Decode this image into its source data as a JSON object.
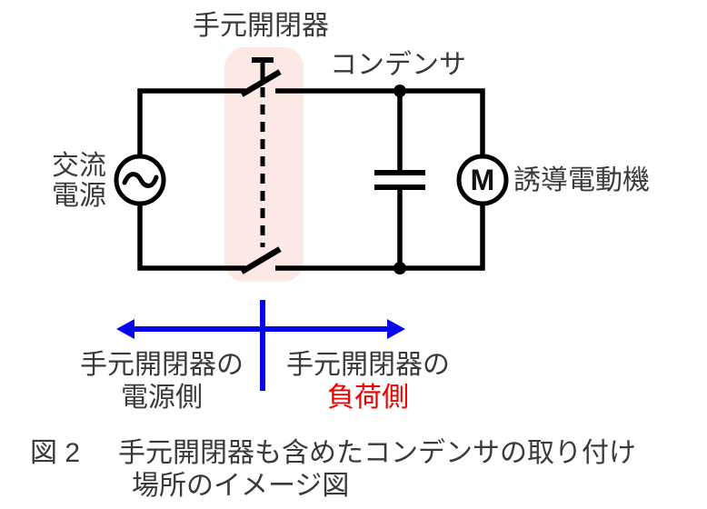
{
  "figure": {
    "component_labels": {
      "switch": "手元開閉器",
      "capacitor": "コンデンサ",
      "source_line1": "交流",
      "source_line2": "電源",
      "motor": "誘導電動機",
      "motor_symbol": "M"
    },
    "icons": {
      "ac_source": "sine-wave-icon",
      "switch_blades": "knife-switch-open-icon",
      "capacitor": "parallel-plates-icon",
      "junctions": "connection-dot"
    },
    "sides": {
      "left_line1": "手元開閉器の",
      "left_line2": "電源側",
      "right_line1": "手元開閉器の",
      "right_line2": "負荷側"
    },
    "caption": {
      "number": "図 2",
      "line1": "手元開閉器も含めたコンデンサの取り付け",
      "line2": "場所のイメージ図"
    },
    "colors": {
      "highlight": "#fce8e4",
      "arrow": "#0505ee",
      "load_side": "#ee0000",
      "text": "#3a3a3a",
      "line": "#000000"
    }
  }
}
